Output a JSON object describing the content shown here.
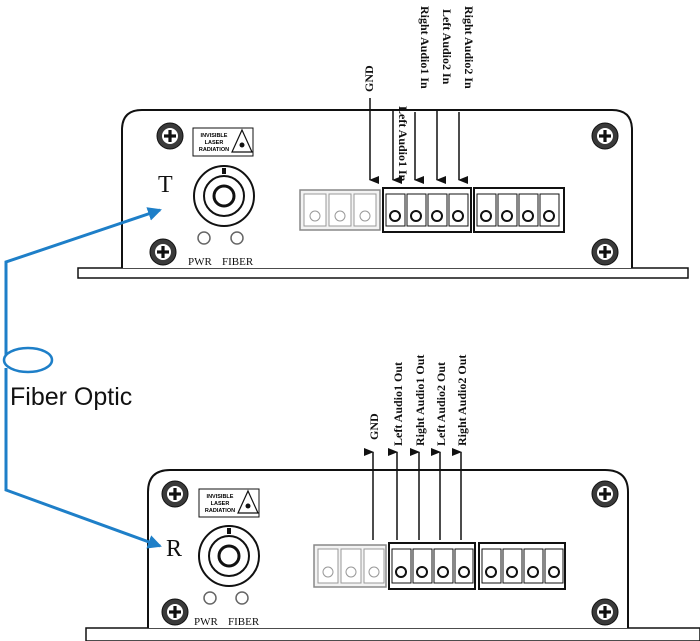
{
  "transmitter": {
    "mark": "T",
    "warning_lines": [
      "INVISIBLE",
      "LASER",
      "RADIATION"
    ],
    "led_labels": [
      "PWR",
      "FIBER"
    ],
    "signals": [
      "GND",
      "Left Audio1 In",
      "Right Audio1 In",
      "Left Audio2 In",
      "Right Audio2 In"
    ]
  },
  "receiver": {
    "mark": "R",
    "warning_lines": [
      "INVISIBLE",
      "LASER",
      "RADIATION"
    ],
    "led_labels": [
      "PWR",
      "FIBER"
    ],
    "signals": [
      "GND",
      "Left Audio1 Out",
      "Right Audio1 Out",
      "Left Audio2 Out",
      "Right Audio2 Out"
    ]
  },
  "fiber_label": "Fiber Optic",
  "colors": {
    "fiber": "#1e7fc8",
    "outline": "#111111",
    "screw_fill": "#3a3a3a"
  }
}
